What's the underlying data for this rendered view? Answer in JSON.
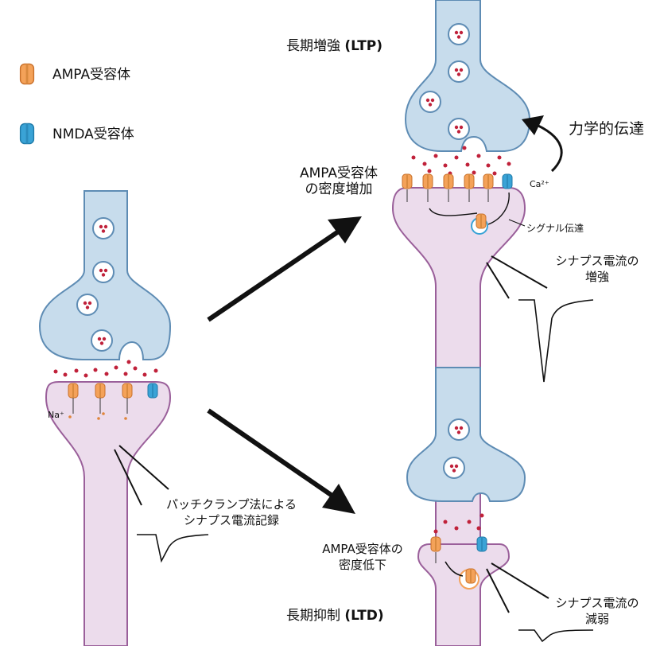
{
  "legend": [
    {
      "label": "AMPA受容体",
      "color": "#f4a259"
    },
    {
      "label": "NMDA受容体",
      "color": "#3aa3d6"
    }
  ],
  "ltp": {
    "title_a": "長期増強 ",
    "title_b": "(LTP)",
    "density_line1": "AMPA受容体",
    "density_line2": "の密度増加",
    "mechanical": "力学的伝達",
    "signaling": "シグナル伝達",
    "calcium": "Ca²⁺",
    "current_line1": "シナプス電流の",
    "current_line2": "増強"
  },
  "base": {
    "sodium": "Na⁺",
    "patch_line1": "パッチクランプ法による",
    "patch_line2": "シナプス電流記録"
  },
  "ltd": {
    "title_a": "長期抑制 ",
    "title_b": "(LTD)",
    "density_line1": "AMPA受容体の",
    "density_line2": "密度低下",
    "current_line1": "シナプス電流の",
    "current_line2": "減弱"
  },
  "colors": {
    "pre_fill": "#c7dcec",
    "pre_stroke": "#5e8cb4",
    "post_fill": "#ecdcec",
    "post_stroke": "#9a5f9a",
    "ampa": "#f4a259",
    "nmda": "#3aa3d6",
    "dot": "#c0213a"
  }
}
